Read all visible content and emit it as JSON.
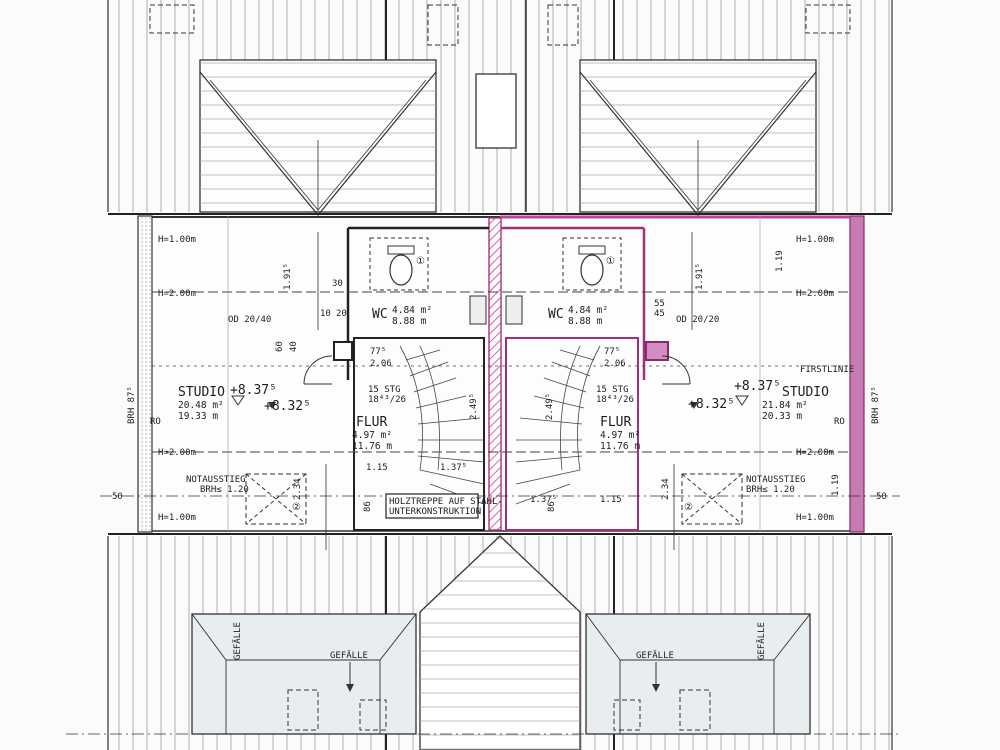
{
  "title": "",
  "rooms": {
    "wc_left": {
      "name": "WC",
      "area": "4.84 m²",
      "perimeter": "8.88 m"
    },
    "wc_right": {
      "name": "WC",
      "area": "4.84 m²",
      "perimeter": "8.88 m"
    },
    "studio_left": {
      "name": "STUDIO",
      "area": "20.48 m²",
      "perimeter": "19.33 m",
      "level": "+8.37⁵",
      "level2": "+8.32⁵"
    },
    "studio_right": {
      "name": "STUDIO",
      "area": "21.84 m²",
      "perimeter": "20.33 m",
      "level": "+8.37⁵",
      "level2": "+8.32⁵"
    },
    "flur_left": {
      "name": "FLUR",
      "area": "4.97 m²",
      "perimeter": "11.76 m"
    },
    "flur_right": {
      "name": "FLUR",
      "area": "4.97 m²",
      "perimeter": "11.76 m"
    }
  },
  "stairs": {
    "left": {
      "label": "15 STG",
      "ratio": "18⁴³/26"
    },
    "right": {
      "label": "15 STG",
      "ratio": "18⁴³/26"
    },
    "note_line1": "HOLZTREPPE AUF STAHL-",
    "note_line2": "UNTERKONSTRUKTION"
  },
  "notes": {
    "emergency_left_1": "NOTAUSSTIEG",
    "emergency_left_2": "BRH≤ 1.20",
    "emergency_right_1": "NOTAUSSTIEG",
    "emergency_right_2": "BRH≤ 1.20",
    "firstlinie": "FIRSTLINIE",
    "gefaelle": [
      "GEFÄLLE",
      "GEFÄLLE",
      "GEFÄLLE",
      "GEFÄLLE"
    ],
    "circle_1": "①",
    "circle_2": "②",
    "brh_left": "BRH 87⁵",
    "brh_right": "BRH 87⁵",
    "ro_left": "RO",
    "ro_right": "RO",
    "odd_left": "OD  20/40",
    "odd_right": "OD  20/20"
  },
  "heights": {
    "h_100": "H=1.00m",
    "h_200": "H=2.00m"
  },
  "dimensions": {
    "d30": "30",
    "d20": "20",
    "d10": "10",
    "d60": "60",
    "d40": "40",
    "d775": "77⁵",
    "d206": "2.06",
    "d191": "1.91⁵",
    "d115": "1.15",
    "d137": "1.37⁵",
    "d234": "2.34",
    "d86": "86",
    "d50": "50",
    "d55": "55",
    "d45": "45",
    "d119": "1.19",
    "d249": "2.49⁵",
    "d206b": "2.06",
    "d775b": "77⁵"
  }
}
